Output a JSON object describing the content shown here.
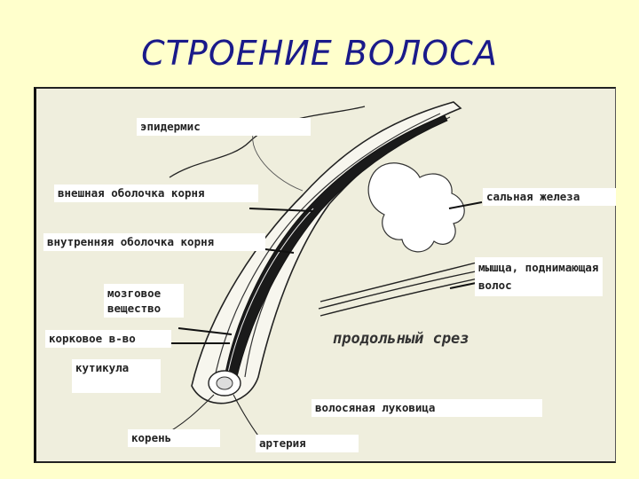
{
  "title": "СТРОЕНИЕ ВОЛОСА",
  "labels": {
    "epidermis": "эпидермис",
    "outer_sheath": "внешная оболочка корня",
    "inner_sheath": "внутренняя оболочка корня",
    "medulla": "мозговое вещество",
    "cortex": "корковое в-во",
    "cuticle": "кутикула",
    "root": "корень",
    "artery": "артерия",
    "bulb": "волосяная луковица",
    "sebaceous_gland": "сальная железа",
    "muscle": "мышца, поднимающая волос",
    "section": "продольный срез"
  }
}
